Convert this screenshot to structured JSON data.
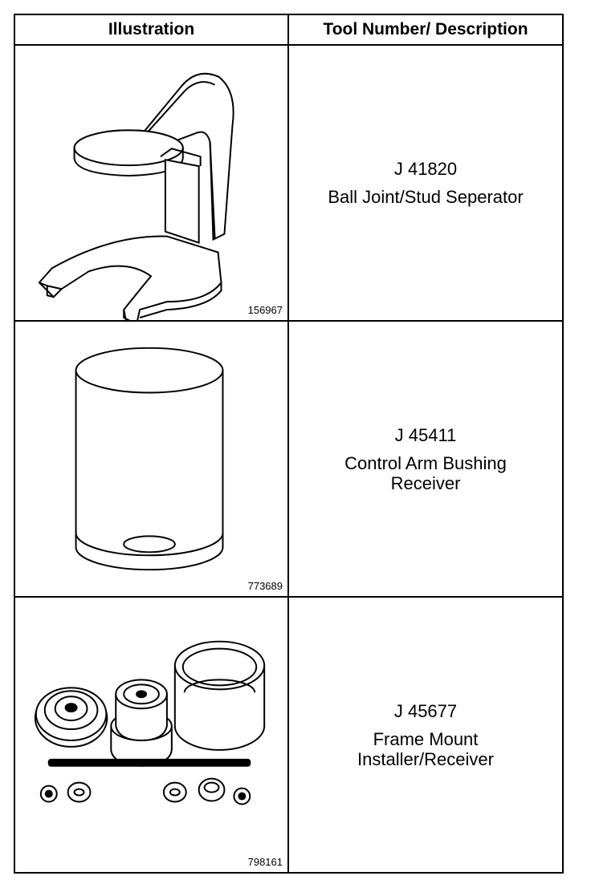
{
  "header": {
    "col1": "Illustration",
    "col2": "Tool Number/ Description"
  },
  "rows": [
    {
      "figure_number": "156967",
      "tool_number": "J 41820",
      "description": "Ball Joint/Stud Seperator",
      "icon": "ball-joint-separator-icon"
    },
    {
      "figure_number": "773689",
      "tool_number": "J 45411",
      "description": "Control Arm Bushing\nReceiver",
      "icon": "bushing-receiver-cylinder-icon"
    },
    {
      "figure_number": "798161",
      "tool_number": "J 45677",
      "description": "Frame Mount\nInstaller/Receiver",
      "icon": "frame-mount-tool-set-icon"
    }
  ]
}
